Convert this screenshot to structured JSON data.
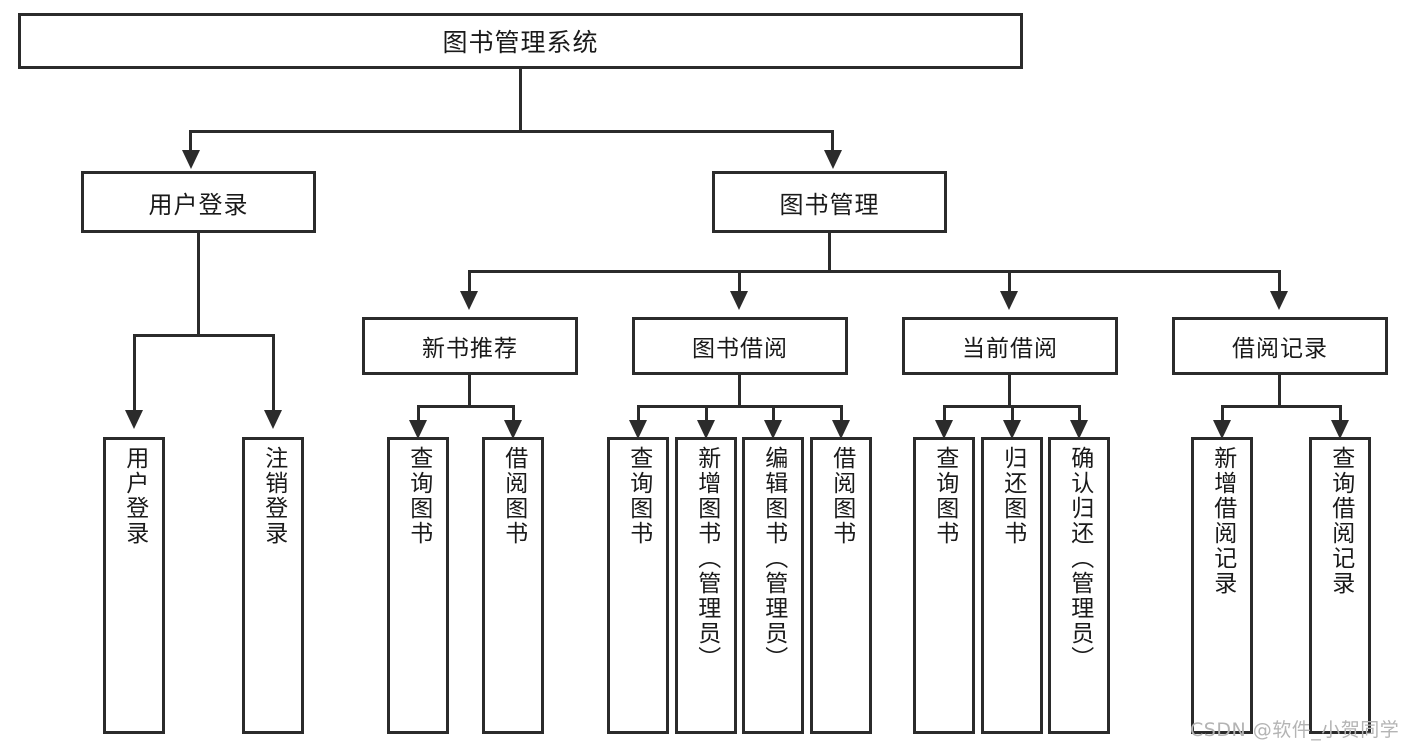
{
  "diagram": {
    "title": "图书管理系统",
    "type": "tree-hierarchy-diagram",
    "root": {
      "label": "图书管理系统"
    },
    "level2": [
      {
        "label": "用户登录"
      },
      {
        "label": "图书管理"
      }
    ],
    "level3": [
      {
        "label": "新书推荐"
      },
      {
        "label": "图书借阅"
      },
      {
        "label": "当前借阅"
      },
      {
        "label": "借阅记录"
      }
    ],
    "leaves": {
      "user_login": [
        {
          "label": "用户登录"
        },
        {
          "label": "注销登录"
        }
      ],
      "new_book_recommend": [
        {
          "label": "查询图书"
        },
        {
          "label": "借阅图书"
        }
      ],
      "book_borrow": [
        {
          "label": "查询图书"
        },
        {
          "label": "新增图书（管理员）"
        },
        {
          "label": "编辑图书（管理员）"
        },
        {
          "label": "借阅图书"
        }
      ],
      "current_borrow": [
        {
          "label": "查询图书"
        },
        {
          "label": "归还图书"
        },
        {
          "label": "确认归还（管理员）"
        }
      ],
      "borrow_record": [
        {
          "label": "新增借阅记录"
        },
        {
          "label": "查询借阅记录"
        }
      ]
    }
  },
  "watermark": {
    "text": "CSDN @软件_小贺同学"
  },
  "colors": {
    "stroke": "#2b2b2b",
    "background": "#ffffff",
    "text": "#1a1a1a",
    "watermark": "#b4b4b4"
  }
}
